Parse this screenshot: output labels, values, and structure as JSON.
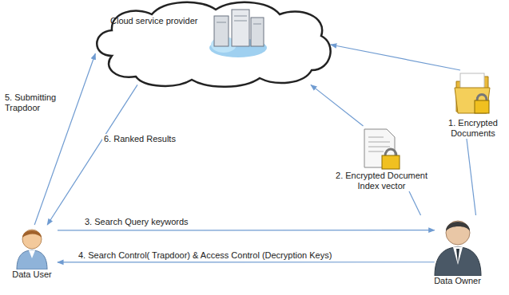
{
  "diagram": {
    "nodes": [
      {
        "text": [
          "Cloud service provider"
        ]
      },
      {
        "text": [
          "Data User"
        ]
      },
      {
        "text": [
          "Data Owner"
        ]
      },
      {
        "text": [
          "1. Encrypted Documents"
        ]
      },
      {
        "text": [
          "2. Encrypted Document Index vector"
        ]
      }
    ],
    "edges": [
      {
        "from": 1,
        "to": 0,
        "label": "5. Submitting Trapdoor",
        "arrow": "to"
      },
      {
        "from": 0,
        "to": 1,
        "label": "6. Ranked Results",
        "arrow": "to"
      },
      {
        "from": 1,
        "to": 2,
        "label": "3. Search Query keywords",
        "arrow": "to"
      },
      {
        "from": 2,
        "to": 1,
        "label": "4. Search Control( Trapdoor) & Access Control (Decryption Keys)",
        "arrow": "to"
      },
      {
        "from": 2,
        "to": 3,
        "arrow": "none"
      },
      {
        "from": 3,
        "to": 0,
        "arrow": "to"
      },
      {
        "from": 2,
        "to": 4,
        "arrow": "none"
      },
      {
        "from": 4,
        "to": 0,
        "arrow": "to"
      }
    ]
  }
}
